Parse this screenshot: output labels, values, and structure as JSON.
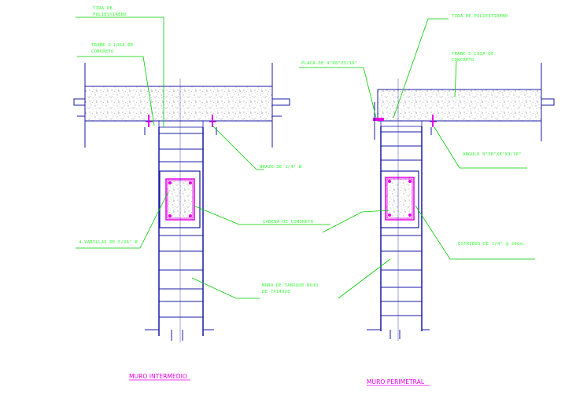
{
  "colors": {
    "background": "#ffffff",
    "label_text": "#33ff33",
    "leader_line": "#00cc00",
    "outline": "#1a1aa6",
    "steel_and_titles": "#e600e6"
  },
  "left_detail": {
    "title": "MURO INTERMEDIO",
    "labels": {
      "foam_strip": [
        "TIRA DE",
        "POLIESTIRENO"
      ],
      "beam_slab": [
        "TRABE O LOSA DE",
        "CONCRETO"
      ],
      "anchor_arm": "BRAZO DE 1/4\" Ø",
      "concrete_chain": "CADENA DE CONCRETO",
      "rebars": "4 VARILLAS DE 5/16\" Ø",
      "brick_wall": [
        "MURO DE TABIQUE ROJO",
        "DE 7X14X28"
      ]
    }
  },
  "right_detail": {
    "title": "MURO PERIMETRAL",
    "labels": {
      "foam_strip": "TIRA DE POLIESTIRENO",
      "plate": "PLACA DE 4\"X8\"X3/16\"",
      "beam_slab": [
        "TRABE O LOSA DE",
        "CONCRETO"
      ],
      "angle": "ANGULO 8\"X8\"X8\"X3/16\"",
      "stirrups": "ESTRIBOS DE 1/4\" @ 20cm."
    }
  }
}
